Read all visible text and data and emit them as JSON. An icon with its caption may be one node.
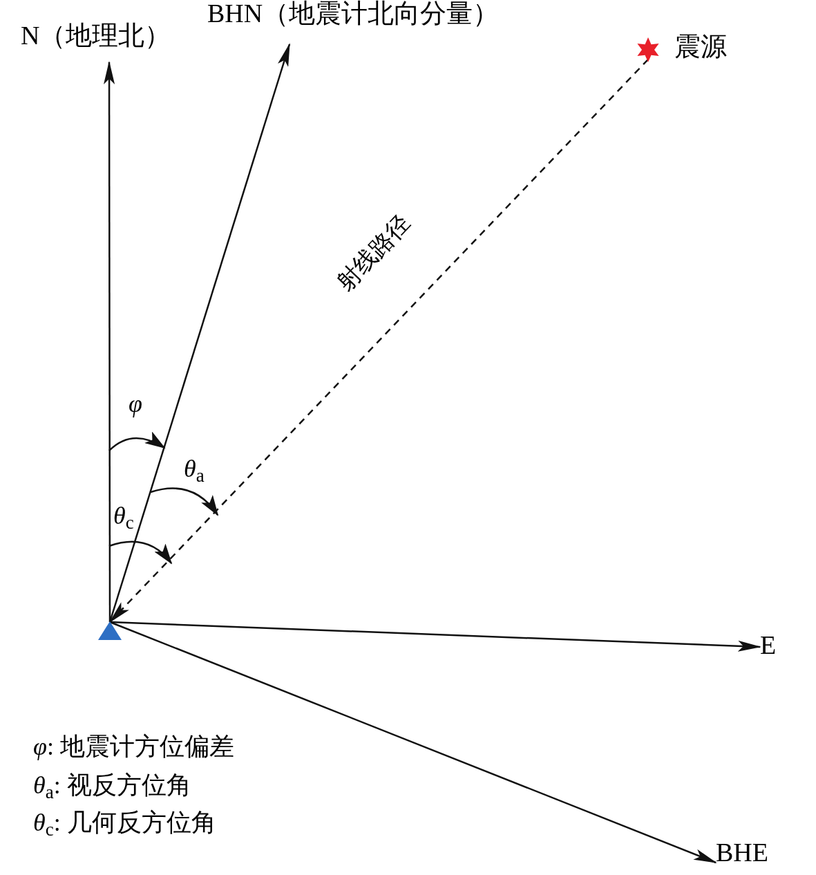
{
  "diagram": {
    "nodes": [
      {
        "text": [],
        "shape": "triangle"
      },
      {
        "text": [
          "N（地理北）"
        ]
      },
      {
        "text": [
          "BHN（地震计北向分量）"
        ]
      },
      {
        "text": [],
        "shape": "star",
        "beside": [
          "震源"
        ]
      },
      {
        "text": [
          "E"
        ]
      },
      {
        "text": [
          "BHE"
        ]
      }
    ],
    "edges": [
      {
        "from": 0,
        "to": 1,
        "arrow": "to"
      },
      {
        "from": 0,
        "to": 2,
        "arrow": "to"
      },
      {
        "from": 3,
        "to": 0,
        "arrow": "to",
        "style": "dashed",
        "label": "射线路径"
      },
      {
        "from": 0,
        "to": 4,
        "arrow": "to"
      },
      {
        "from": 0,
        "to": 5,
        "arrow": "to"
      }
    ],
    "labels": [
      "φ",
      "*θ*$_{a}$",
      "*θ*$_{c}$",
      "*φ*: 地震计方位偏差",
      "*θ*$_{a}$: 视反方位角",
      "*θ*$_{c}$: 几何反方位角"
    ]
  }
}
